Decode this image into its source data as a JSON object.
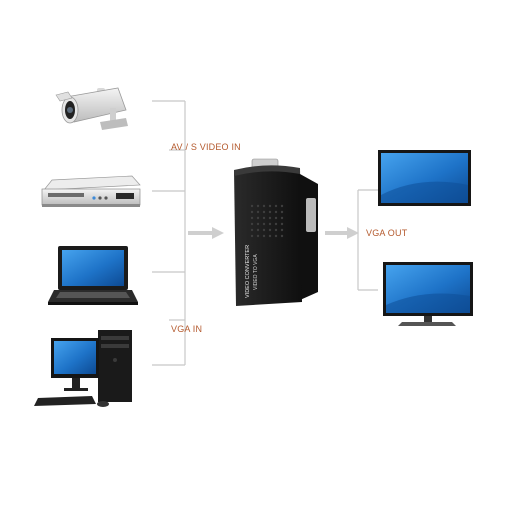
{
  "labels": {
    "av_svideo_in": "AV / S VIDEO IN",
    "vga_in": "VGA IN",
    "vga_out": "VGA OUT"
  },
  "converter": {
    "line1": "VIDEO CONVERTER",
    "line2": "VIDEO TO VGA"
  },
  "colors": {
    "label_text": "#b45a2e",
    "connector": "#c8c8c8",
    "screen_blue": "#1e73c8",
    "device_black": "#1b1b1b"
  },
  "icons": {
    "camera": "security-camera-icon",
    "dvd": "dvd-player-icon",
    "laptop": "laptop-icon",
    "desktop": "desktop-computer-icon",
    "converter": "video-converter-box",
    "monitor": "monitor-icon"
  }
}
